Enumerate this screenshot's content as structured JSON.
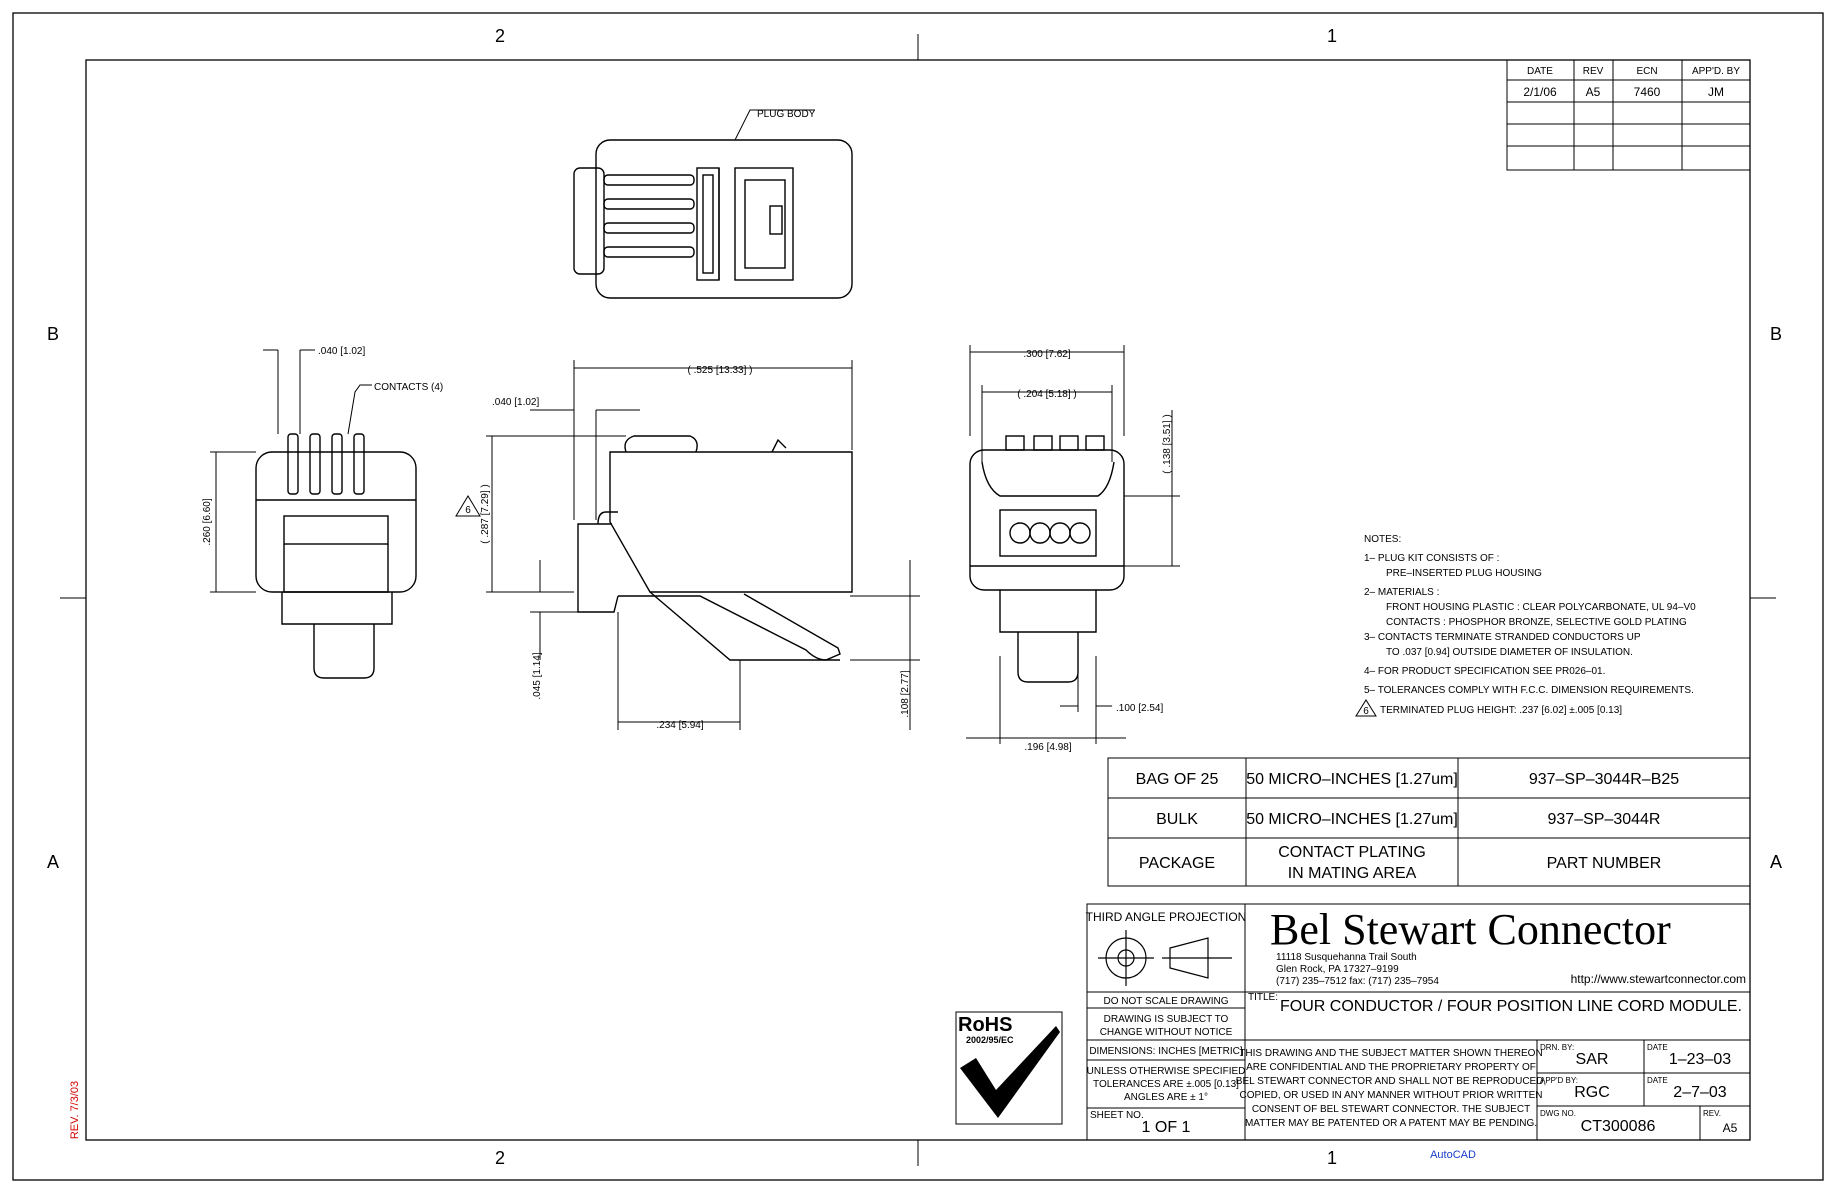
{
  "border": {
    "zones_top": [
      "2",
      "1"
    ],
    "zones_bottom": [
      "2",
      "1"
    ],
    "zones_side": [
      "B",
      "A"
    ]
  },
  "revision_table": {
    "headers": [
      "DATE",
      "REV",
      "ECN",
      "APP'D. BY"
    ],
    "rows": [
      [
        "2/1/06",
        "A5",
        "7460",
        "JM"
      ]
    ]
  },
  "views": {
    "top": {
      "callout": "PLUG BODY"
    },
    "front": {
      "dim_pitch": ".040 [1.02]",
      "callout_contacts": "CONTACTS (4)",
      "dim_height": ".260 [6.60]"
    },
    "side": {
      "dim_length": "( .525 [13.33] )",
      "dim_offset": ".040 [1.02]",
      "dim_height": "( .287 [7.29] )",
      "dim_latch": ".045 [1.14]",
      "dim_tab": ".234 [5.94]",
      "dim_drop": ".108 [2.77]",
      "flag_note": "6"
    },
    "end": {
      "dim_width": ".300 [7.62]",
      "dim_inner": "( .204 [5.18] )",
      "dim_slot": "( .138 [3.51] )",
      "dim_tab_w": ".196 [4.98]",
      "dim_tab_off": ".100 [2.54]"
    }
  },
  "notes": {
    "heading": "NOTES:",
    "lines": [
      "1– PLUG KIT CONSISTS OF :",
      "PRE–INSERTED PLUG HOUSING",
      "2– MATERIALS :",
      "FRONT HOUSING PLASTIC :   CLEAR POLYCARBONATE, UL 94–V0",
      "CONTACTS :   PHOSPHOR BRONZE, SELECTIVE GOLD PLATING",
      "3– CONTACTS TERMINATE STRANDED CONDUCTORS UP",
      "TO .037 [0.94] OUTSIDE DIAMETER OF INSULATION.",
      "4– FOR PRODUCT SPECIFICATION SEE PR026–01.",
      "5– TOLERANCES COMPLY WITH F.C.C. DIMENSION REQUIREMENTS.",
      "TERMINATED PLUG HEIGHT:  .237 [6.02] ±.005 [0.13]"
    ],
    "flag": "6"
  },
  "part_table": {
    "rows": [
      [
        "BAG OF 25",
        "50 MICRO–INCHES [1.27um]",
        "937–SP–3044R–B25"
      ],
      [
        "BULK",
        "50 MICRO–INCHES [1.27um]",
        "937–SP–3044R"
      ]
    ],
    "header": [
      "PACKAGE",
      "CONTACT PLATING",
      "IN MATING AREA",
      "PART NUMBER"
    ]
  },
  "title_block": {
    "projection": "THIRD ANGLE PROJECTION",
    "company": "Bel Stewart Connector",
    "address": [
      "11118 Susquehanna Trail South",
      "Glen Rock, PA  17327–9199",
      "(717) 235–7512  fax: (717) 235–7954"
    ],
    "website": "http://www.stewartconnector.com",
    "do_not_scale": "DO NOT SCALE DRAWING",
    "subject_change": [
      "DRAWING IS SUBJECT TO",
      "CHANGE WITHOUT NOTICE"
    ],
    "dimensions": "DIMENSIONS: INCHES [METRIC]",
    "tolerances": [
      "UNLESS OTHERWISE SPECIFIED",
      "TOLERANCES ARE ±.005 [0.13]",
      "ANGLES ARE ± 1°"
    ],
    "sheet_label": "SHEET NO.",
    "sheet_value": "1 OF 1",
    "title_label": "TITLE:",
    "title": "FOUR CONDUCTOR / FOUR POSITION LINE CORD MODULE.",
    "confidential": [
      "THIS DRAWING AND THE SUBJECT MATTER SHOWN THEREON",
      "ARE CONFIDENTIAL AND THE PROPRIETARY PROPERTY OF",
      "BEL STEWART CONNECTOR AND SHALL NOT BE REPRODUCED,",
      "COPIED, OR USED IN ANY MANNER WITHOUT PRIOR WRITTEN",
      "CONSENT OF BEL STEWART CONNECTOR.  THE SUBJECT",
      "MATTER MAY BE PATENTED OR A PATENT MAY BE PENDING."
    ],
    "drn_by_label": "DRN. BY:",
    "drn_by": "SAR",
    "appd_by_label": "APP'D BY:",
    "appd_by": "RGC",
    "date_label": "DATE",
    "drn_date": "1–23–03",
    "appd_date": "2–7–03",
    "dwg_label": "DWG NO.",
    "dwg_no": "CT300086",
    "rev_label": "REV.",
    "rev": "A5",
    "rohs_title": "RoHS",
    "rohs_sub": "2002/95/EC"
  },
  "stamps": {
    "rev_stamp": "REV. 7/3/03",
    "autocad": "AutoCAD"
  },
  "colors": {
    "line": "#000000",
    "rev_stamp": "#d40000",
    "autocad": "#1a3cc8"
  }
}
